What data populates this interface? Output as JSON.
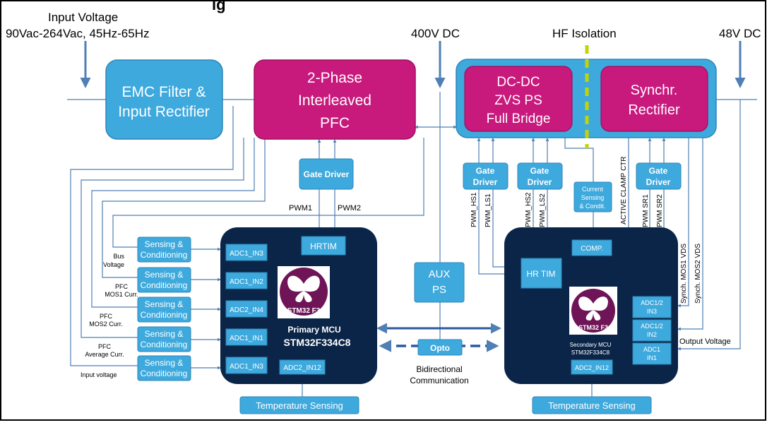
{
  "title": "ig      ",
  "top": {
    "input_voltage": "Input Voltage",
    "input_range": "90Vac-264Vac, 45Hz-65Hz",
    "dc400": "400V DC",
    "hf_isolation": "HF Isolation",
    "dc48": "48V DC"
  },
  "blocks": {
    "emc": [
      "EMC Filter &",
      "Input Rectifier"
    ],
    "pfc": [
      "2-Phase",
      "Interleaved",
      "PFC"
    ],
    "dcdc": [
      "DC-DC",
      "ZVS PS",
      "Full Bridge"
    ],
    "sync": [
      "Synchr.",
      "Rectifier"
    ],
    "gate_driver_pfc": "Gate Driver",
    "gate_driver": [
      "Gate",
      "Driver"
    ],
    "current_sensing": [
      "Current",
      "Sensing",
      "& Condit."
    ],
    "aux": [
      "AUX",
      "PS"
    ],
    "opto": "Opto"
  },
  "pwm_labels": {
    "pwm1": "PWM1",
    "pwm2": "PWM2",
    "hs1": "PWM_HS1",
    "ls1": "PWM_LS1",
    "hs2": "PWM_HS2",
    "ls2": "PWM_LS2",
    "active_clamp": "ACTIVE CLAMP CTR",
    "sr1": "PWM SR1",
    "sr2": "PWM SR2",
    "synch_mos1": "Synch. MOS1 VDS",
    "synch_mos2": "Synch. MOS2 VDS"
  },
  "sensing": {
    "box_label": [
      "Sensing &",
      "Conditioning"
    ],
    "signals": [
      [
        "Bus",
        "Voltage"
      ],
      [
        "PFC",
        "MOS1 Curr."
      ],
      [
        "PFC",
        "MOS2 Curr."
      ],
      [
        "PFC",
        "Average Curr."
      ],
      [
        "Input voltage"
      ]
    ]
  },
  "primary_mcu": {
    "adcs": [
      "ADC1_IN3",
      "ADC1_IN2",
      "ADC2_IN4",
      "ADC1_IN1",
      "ADC1_IN3"
    ],
    "adc_temp": "ADC2_IN12",
    "hrtim": "HRTIM",
    "logo": "STM32 F3",
    "name1": "Primary   MCU",
    "name2": "STM32F334C8"
  },
  "secondary_mcu": {
    "adcs": [
      [
        "ADC1/2",
        "IN3"
      ],
      [
        "ADC1/2",
        "IN2"
      ],
      [
        "ADC1",
        "IN1"
      ]
    ],
    "adc_temp": "ADC2_IN12",
    "hrtim": "HR TIM",
    "comp": "COMP.",
    "logo": "STM32 F3",
    "name1": "Secondary   MCU",
    "name2": "STM32F334C8"
  },
  "bidir": [
    "Bidirectional",
    "Communication"
  ],
  "output_voltage": "Output Voltage",
  "temp_sensing": "Temperature Sensing",
  "colors": {
    "light_blue": "#3ea9dd",
    "magenta": "#c8197d",
    "navy": "#0b2549",
    "line": "#4f7fb4"
  }
}
